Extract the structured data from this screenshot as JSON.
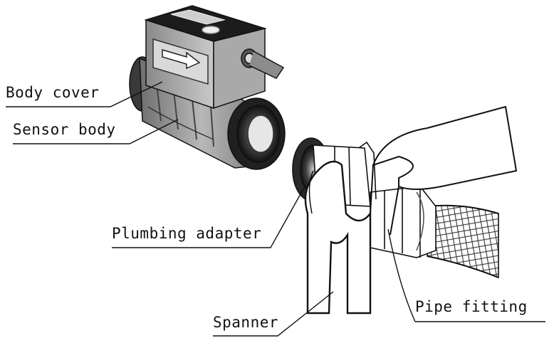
{
  "labels": {
    "body_cover": "Body cover",
    "sensor_body": "Sensor body",
    "plumbing_adapter": "Plumbing adapter",
    "spanner": "Spanner",
    "pipe_fitting": "Pipe fitting"
  },
  "colors": {
    "line": "#111111",
    "body_gray": "#9a9a9a",
    "body_dark": "#2a2a2a",
    "background": "#ffffff"
  }
}
